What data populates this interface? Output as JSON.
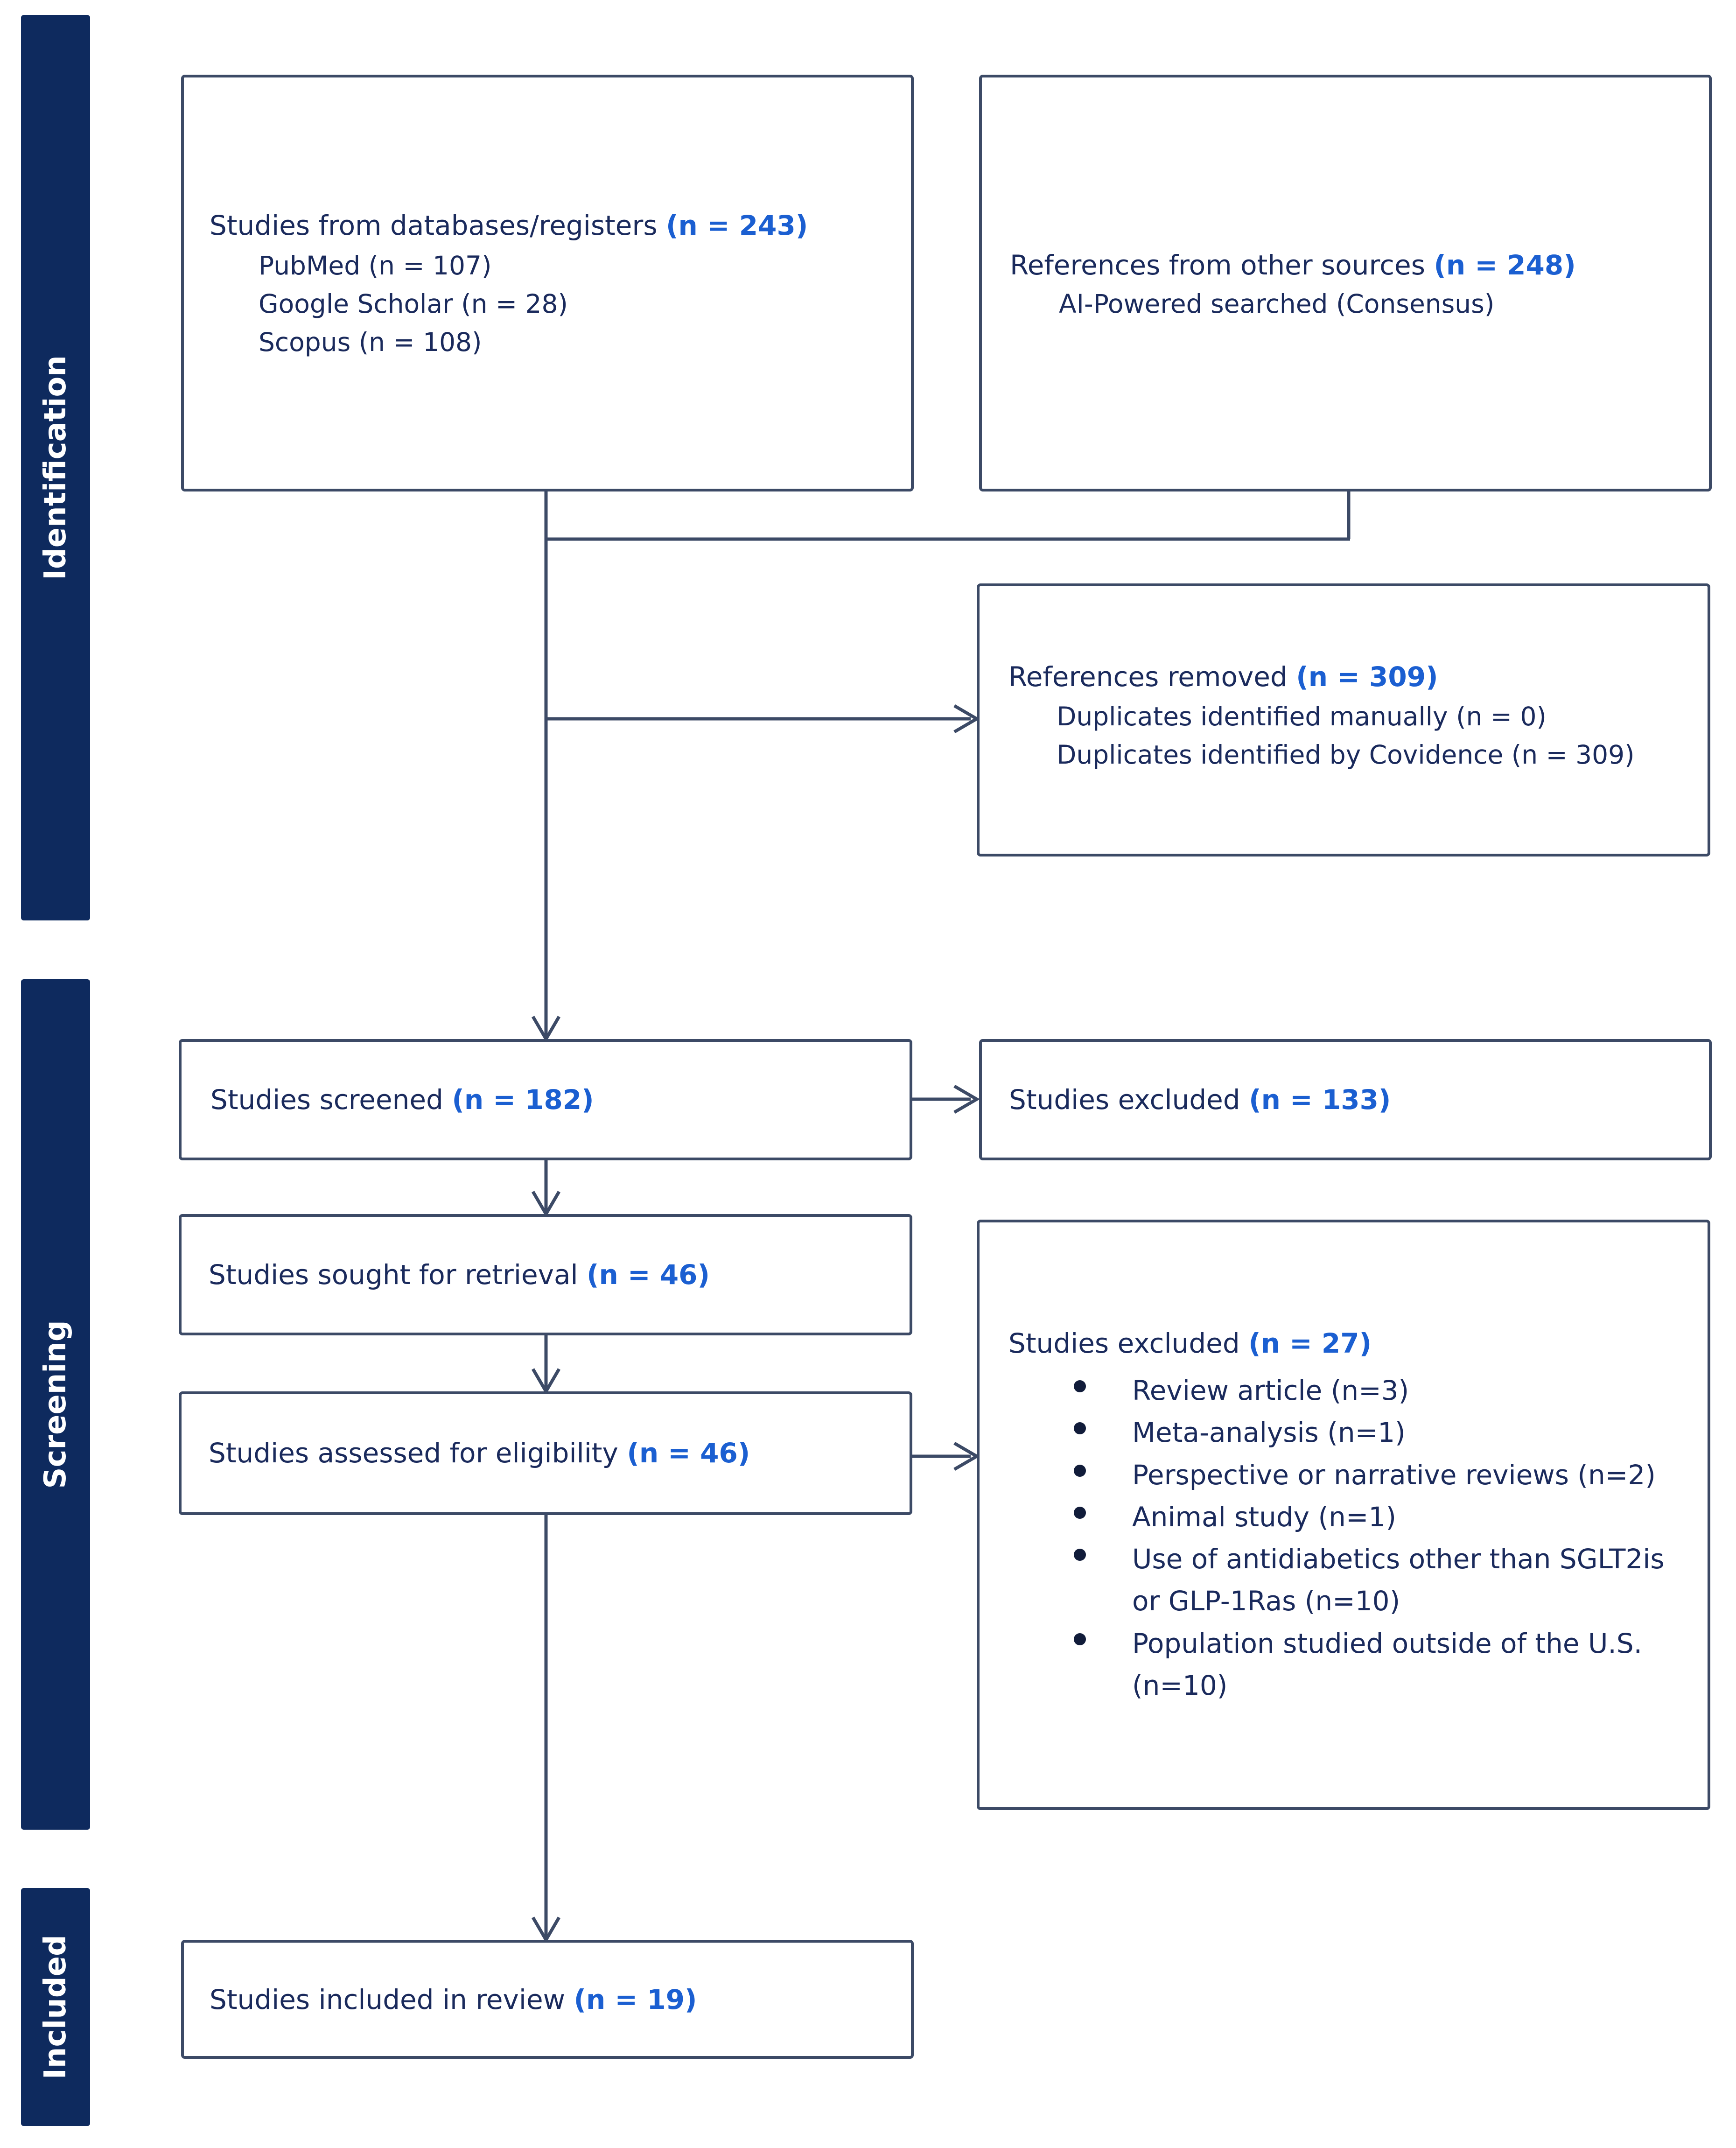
{
  "phases": {
    "identification": "Identification",
    "screening": "Screening",
    "included": "Included"
  },
  "boxes": {
    "databases": {
      "title": "Studies from databases/registers",
      "count": "(n = 243)",
      "items": [
        "PubMed (n = 107)",
        "Google Scholar (n = 28)",
        "Scopus (n = 108)"
      ]
    },
    "other_sources": {
      "title": "References from other sources",
      "count": "(n = 248)",
      "items": [
        "AI-Powered searched (Consensus)"
      ]
    },
    "removed": {
      "title": "References removed",
      "count": "(n = 309)",
      "items": [
        "Duplicates identified manually (n = 0)",
        "Duplicates identified by Covidence (n = 309)"
      ]
    },
    "screened": {
      "title": "Studies screened",
      "count": "(n = 182)"
    },
    "excluded_screen": {
      "title": "Studies excluded",
      "count": "(n = 133)"
    },
    "retrieval": {
      "title": "Studies sought for retrieval",
      "count": "(n = 46)"
    },
    "eligibility": {
      "title": "Studies assessed for eligibility",
      "count": "(n = 46)"
    },
    "excluded_full": {
      "title": "Studies excluded",
      "count": "(n = 27)",
      "reasons": [
        "Review article (n=3)",
        "Meta-analysis (n=1)",
        "Perspective or narrative reviews (n=2)",
        "Animal study (n=1)",
        "Use of antidiabetics other than SGLT2is",
        "or GLP-1Ras (n=10)",
        "Population studied outside of the U.S.",
        "(n=10)"
      ]
    },
    "included": {
      "title": "Studies included in review",
      "count": "(n = 19)"
    }
  },
  "colors": {
    "phase_bar": "#0e2a5e",
    "text": "#1a2a5c",
    "count": "#1b5fd1",
    "border": "#3c4a66"
  }
}
